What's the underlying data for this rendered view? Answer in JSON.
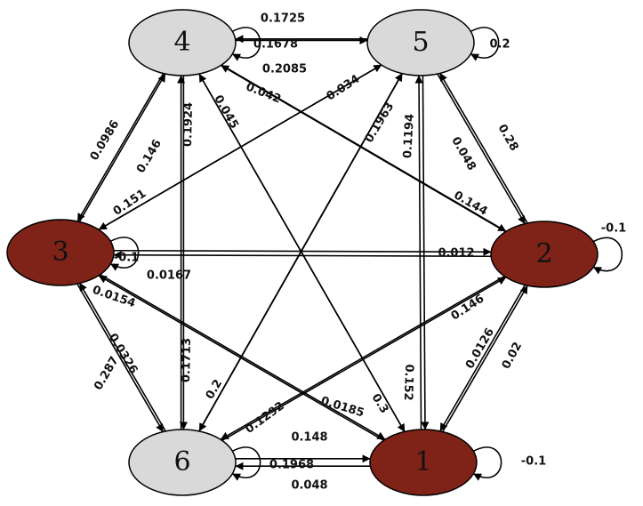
{
  "colors": {
    "dark": "#7f2318",
    "light": "#d9d9d9",
    "edge": "#000000"
  },
  "nodes": [
    {
      "id": "4",
      "label": "4",
      "style": "light"
    },
    {
      "id": "5",
      "label": "5",
      "style": "light"
    },
    {
      "id": "3",
      "label": "3",
      "style": "dark"
    },
    {
      "id": "2",
      "label": "2",
      "style": "dark"
    },
    {
      "id": "6",
      "label": "6",
      "style": "light"
    },
    {
      "id": "1",
      "label": "1",
      "style": "dark"
    }
  ],
  "edges": [
    {
      "from": "4",
      "to": "5",
      "weight": "0.1725"
    },
    {
      "from": "5",
      "to": "4",
      "weight": "0.2085"
    },
    {
      "from": "4",
      "to": "4",
      "weight": "0.1678"
    },
    {
      "from": "5",
      "to": "5",
      "weight": "0.2"
    },
    {
      "from": "2",
      "to": "2",
      "weight": "-0.1"
    },
    {
      "from": "3",
      "to": "3",
      "weight": "-0.1"
    },
    {
      "from": "6",
      "to": "6",
      "weight": "0.1968"
    },
    {
      "from": "1",
      "to": "1",
      "weight": "-0.1"
    },
    {
      "from": "3",
      "to": "4",
      "weight": "0.0986"
    },
    {
      "from": "4",
      "to": "3",
      "weight": "0.146"
    },
    {
      "from": "4",
      "to": "6",
      "weight": "0.1924"
    },
    {
      "from": "6",
      "to": "4",
      "weight": "0.1713"
    },
    {
      "from": "1",
      "to": "4",
      "weight": "0.045"
    },
    {
      "from": "4",
      "to": "1",
      "weight": "0.3"
    },
    {
      "from": "2",
      "to": "4",
      "weight": "0.042"
    },
    {
      "from": "4",
      "to": "2",
      "weight": "0.144"
    },
    {
      "from": "5",
      "to": "3",
      "weight": "0.151"
    },
    {
      "from": "3",
      "to": "5",
      "weight": "0.034"
    },
    {
      "from": "5",
      "to": "6",
      "weight": "0.1963"
    },
    {
      "from": "6",
      "to": "5",
      "weight": "0.2"
    },
    {
      "from": "1",
      "to": "5",
      "weight": "0.1194"
    },
    {
      "from": "5",
      "to": "1",
      "weight": "0.152"
    },
    {
      "from": "2",
      "to": "5",
      "weight": "0.048"
    },
    {
      "from": "5",
      "to": "2",
      "weight": "0.28"
    },
    {
      "from": "3",
      "to": "2",
      "weight": "0.0167"
    },
    {
      "from": "2",
      "to": "3",
      "weight": "0.012"
    },
    {
      "from": "1",
      "to": "3",
      "weight": "0.0154"
    },
    {
      "from": "3",
      "to": "1",
      "weight": "0.0185"
    },
    {
      "from": "3",
      "to": "6",
      "weight": "0.0326"
    },
    {
      "from": "6",
      "to": "3",
      "weight": "0.287"
    },
    {
      "from": "6",
      "to": "2",
      "weight": "0.146"
    },
    {
      "from": "2",
      "to": "6",
      "weight": "0.1292"
    },
    {
      "from": "1",
      "to": "2",
      "weight": "0.0126"
    },
    {
      "from": "2",
      "to": "1",
      "weight": "0.02"
    },
    {
      "from": "6",
      "to": "1",
      "weight": "0.148"
    },
    {
      "from": "1",
      "to": "6",
      "weight": "0.048"
    }
  ]
}
